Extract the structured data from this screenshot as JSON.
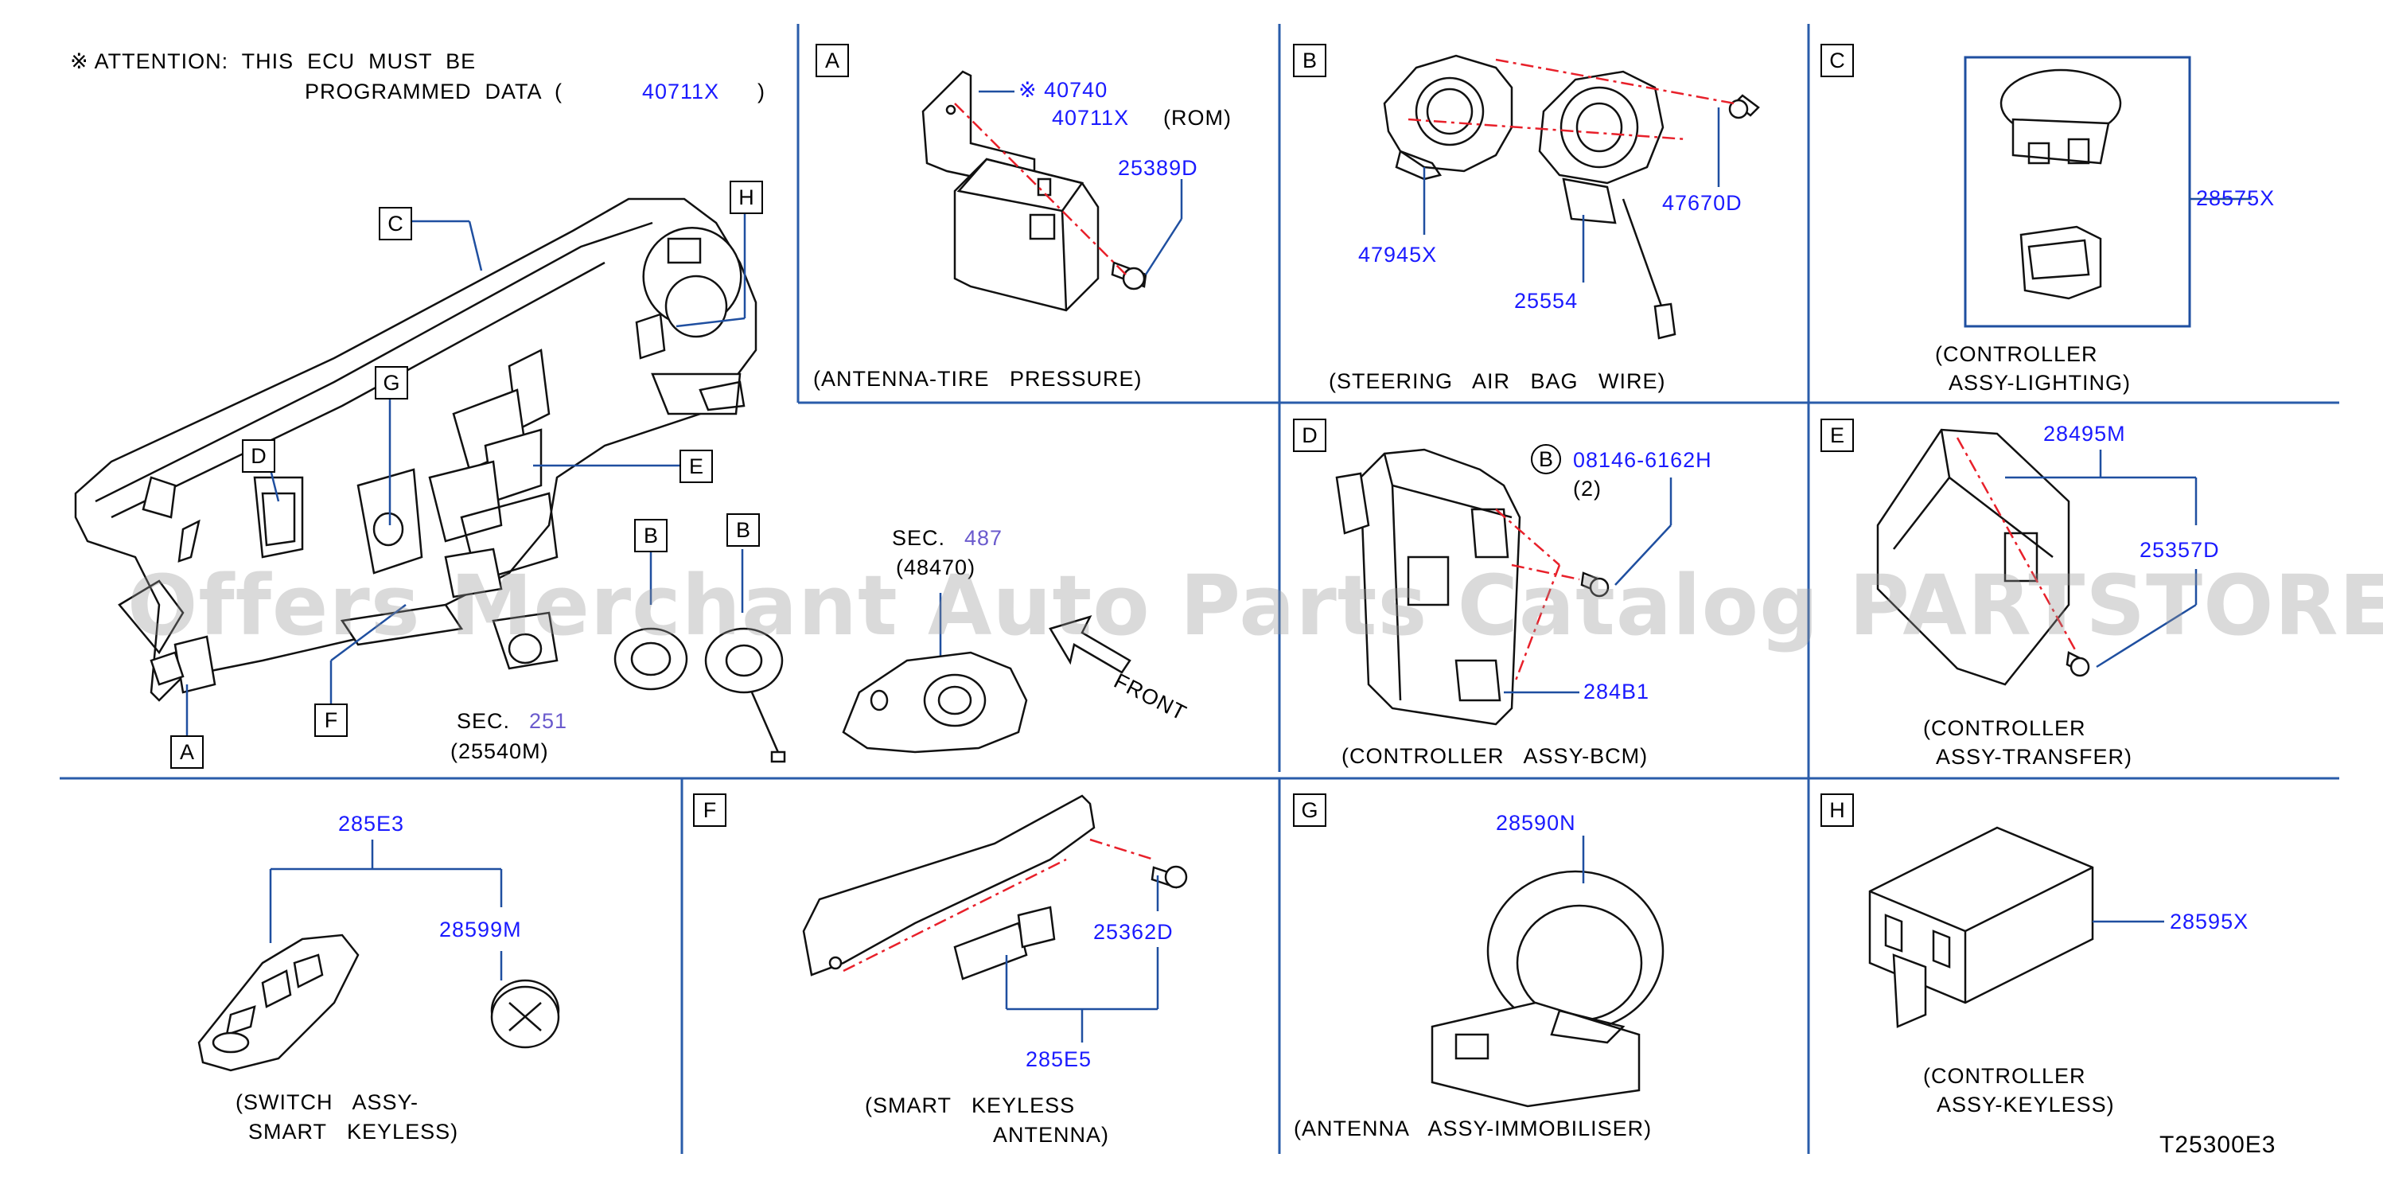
{
  "header": {
    "attention_line1": "※ ATTENTION:  THIS  ECU  MUST  BE",
    "attention_line2": "PROGRAMMED  DATA  (",
    "attention_code": "40711X",
    "attention_close": ")"
  },
  "overview": {
    "sec251": "SEC.",
    "sec251_num": "251",
    "sec251_sub": "(25540M)",
    "sec487": "SEC.",
    "sec487_num": "487",
    "sec487_sub": "(48470)",
    "front": "FRONT",
    "callouts": [
      "A",
      "B",
      "B",
      "C",
      "D",
      "E",
      "F",
      "G",
      "H"
    ]
  },
  "panels": {
    "A": {
      "letter": "A",
      "parts": [
        "※ 40740",
        "40711X",
        "(ROM)",
        "25389D"
      ],
      "caption": "(ANTENNA-TIRE   PRESSURE)"
    },
    "B": {
      "letter": "B",
      "parts": [
        "47670D",
        "47945X",
        "25554"
      ],
      "caption": "(STEERING   AIR   BAG   WIRE)"
    },
    "C": {
      "letter": "C",
      "parts": [
        "28575X"
      ],
      "caption1": "(CONTROLLER",
      "caption2": "ASSY-LIGHTING)"
    },
    "D": {
      "letter": "D",
      "bolt_letter": "B",
      "parts": [
        "08146-6162H",
        "(2)",
        "284B1"
      ],
      "caption": "(CONTROLLER   ASSY-BCM)"
    },
    "E": {
      "letter": "E",
      "parts": [
        "28495M",
        "25357D"
      ],
      "caption1": "(CONTROLLER",
      "caption2": "ASSY-TRANSFER)"
    },
    "key": {
      "parts": [
        "285E3",
        "28599M"
      ],
      "caption1": "(SWITCH   ASSY-",
      "caption2": "SMART   KEYLESS)"
    },
    "F": {
      "letter": "F",
      "parts": [
        "25362D",
        "285E5"
      ],
      "caption1": "(SMART   KEYLESS",
      "caption2": "ANTENNA)"
    },
    "G": {
      "letter": "G",
      "parts": [
        "28590N"
      ],
      "caption": "(ANTENNA   ASSY-IMMOBILISER)"
    },
    "H": {
      "letter": "H",
      "parts": [
        "28595X"
      ],
      "caption1": "(CONTROLLER",
      "caption2": "ASSY-KEYLESS)"
    }
  },
  "footer": {
    "code": "T25300E3"
  },
  "watermark": "Offers Merchant Auto Parts Catalog PARTSTORE.SA",
  "colors": {
    "grid": "#2a5caa",
    "partno": "#1a1aff",
    "secno": "#6a5acd",
    "leader": "#1f4fa0",
    "centerline": "#e8202a"
  }
}
